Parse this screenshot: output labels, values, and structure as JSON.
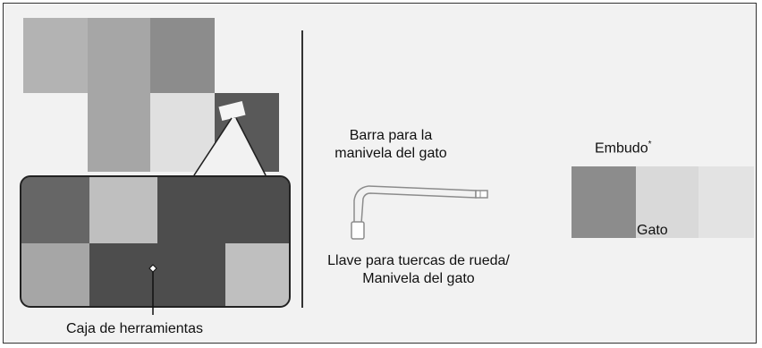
{
  "labels": {
    "toolbox": "Caja de herramientas",
    "jack_handle_bar_line1": "Barra para la",
    "jack_handle_bar_line2": "manivela del gato",
    "wheel_wrench_line1": "Llave para tuercas de rueda/",
    "wheel_wrench_line2": "Manivela del gato",
    "funnel": "Embudo",
    "funnel_mark": "*",
    "jack": "Gato"
  },
  "colors": {
    "background": "#f2f2f2",
    "border": "#333333",
    "dark_gray": "#595959",
    "mid_gray": "#8c8c8c",
    "light_gray": "#a6a6a6",
    "pale_gray": "#d9d9d9",
    "very_pale_gray": "#e6e6e6"
  }
}
